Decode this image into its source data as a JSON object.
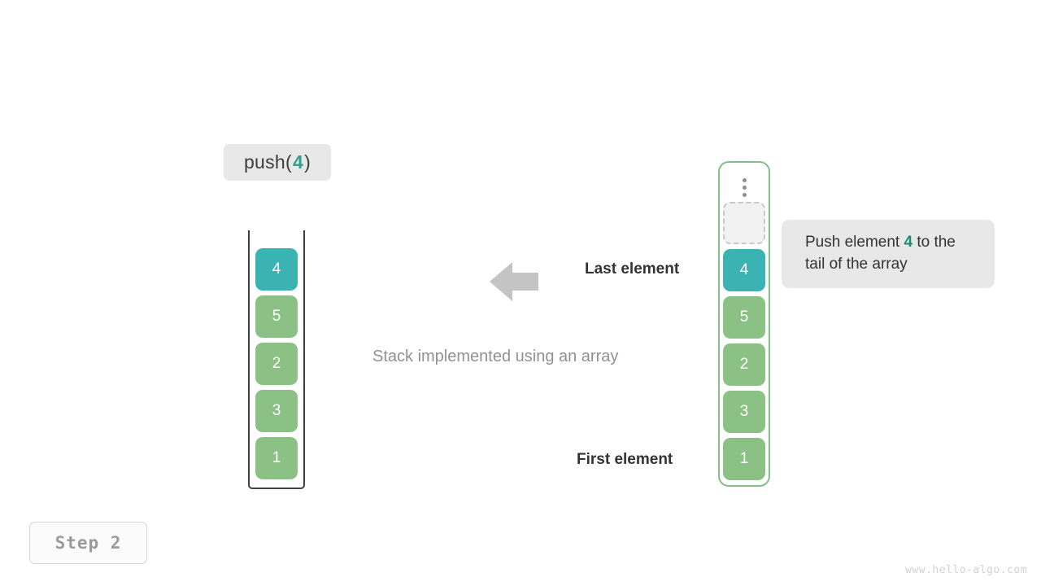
{
  "operation": {
    "prefix": "push(",
    "value": "4",
    "suffix": ")"
  },
  "stack": {
    "title": "Stack implemented using an array",
    "cells": [
      {
        "value": "4",
        "color": "teal"
      },
      {
        "value": "5",
        "color": "green"
      },
      {
        "value": "2",
        "color": "green"
      },
      {
        "value": "3",
        "color": "green"
      },
      {
        "value": "1",
        "color": "green"
      }
    ]
  },
  "array": {
    "ellipsis_icon": "vertical-ellipsis-icon",
    "empty_slot_label": "",
    "cells": [
      {
        "value": "4",
        "color": "teal"
      },
      {
        "value": "5",
        "color": "green"
      },
      {
        "value": "2",
        "color": "green"
      },
      {
        "value": "3",
        "color": "green"
      },
      {
        "value": "1",
        "color": "green"
      }
    ]
  },
  "annotations": {
    "last_element": "Last element",
    "first_element": "First element",
    "arrow_icon": "arrow-left-icon"
  },
  "tooltip": {
    "text_before": "Push element ",
    "accent": "4",
    "text_after": " to the tail of the array"
  },
  "step": {
    "label": "Step  2"
  },
  "watermark": "www.hello-algo.com",
  "colors": {
    "teal": "#3cb3b3",
    "green": "#8bc185",
    "accent_text": "#2e9e8f",
    "array_border": "#84c184",
    "stack_border": "#3f3f3f",
    "arrow": "#c4c4c4",
    "chip_bg": "#e8e8e8"
  }
}
